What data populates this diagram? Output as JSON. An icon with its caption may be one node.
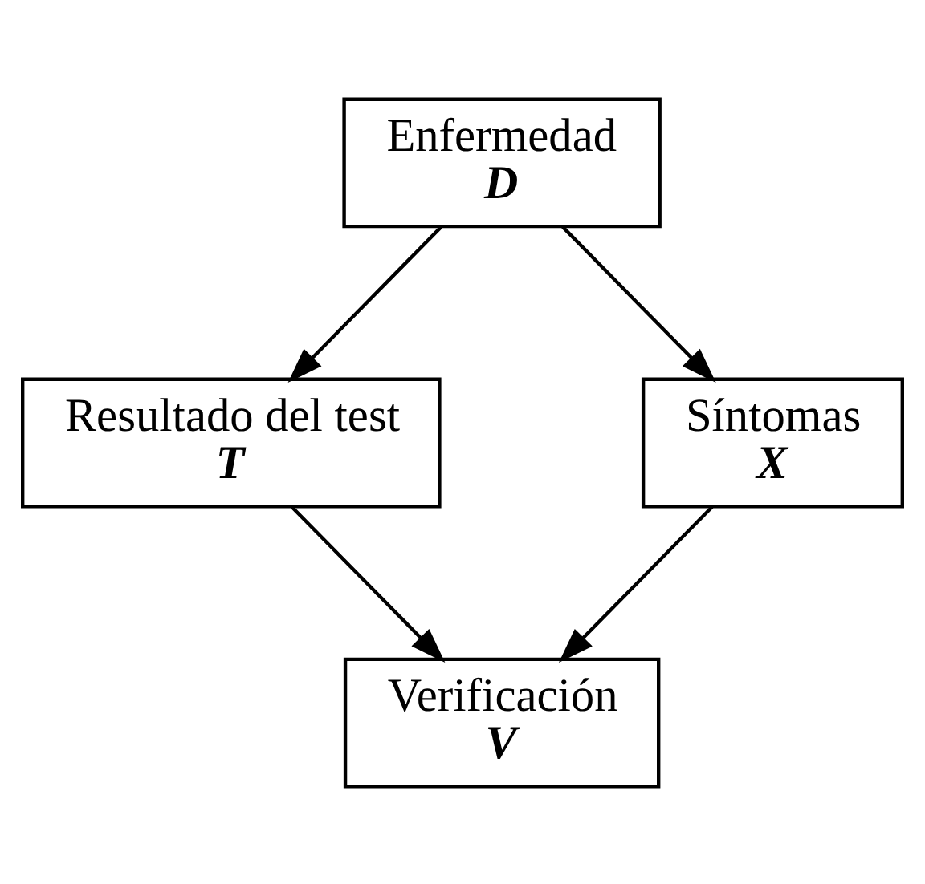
{
  "diagram": {
    "nodes": [
      {
        "text": [
          "Enfermedad",
          "D"
        ]
      },
      {
        "text": [
          "Resultado del test",
          "T"
        ]
      },
      {
        "text": [
          "Síntomas",
          "X"
        ]
      },
      {
        "text": [
          "Verificación",
          "V"
        ]
      }
    ],
    "edges": [
      {
        "from": 0,
        "to": 1,
        "arrow": "to"
      },
      {
        "from": 0,
        "to": 2,
        "arrow": "to"
      },
      {
        "from": 1,
        "to": 3,
        "arrow": "to"
      },
      {
        "from": 2,
        "to": 3,
        "arrow": "to"
      }
    ]
  }
}
